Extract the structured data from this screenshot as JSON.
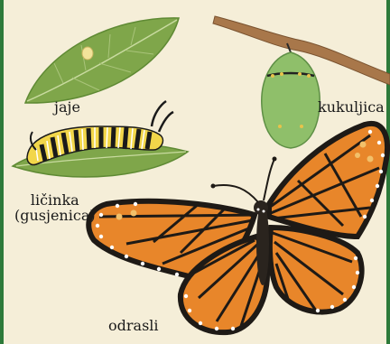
{
  "labels": {
    "egg": "jaje",
    "pupa": "kukuljica",
    "larva_line1": "ličinka",
    "larva_line2": "(gusjenica)",
    "adult": "odrasli"
  },
  "colors": {
    "background": "#f5eed8",
    "frame": "#2d7a3a",
    "leaf": "#7fa64a",
    "leaf_dark": "#5f8a34",
    "egg": "#f2e39a",
    "twig": "#a8774a",
    "chrysalis": "#8fbf6a",
    "wing_orange": "#e8862a",
    "wing_black": "#1e1a16",
    "wing_dot": "#ffffff",
    "caterpillar_yellow": "#f2d64a",
    "caterpillar_black": "#1a1a1a"
  }
}
